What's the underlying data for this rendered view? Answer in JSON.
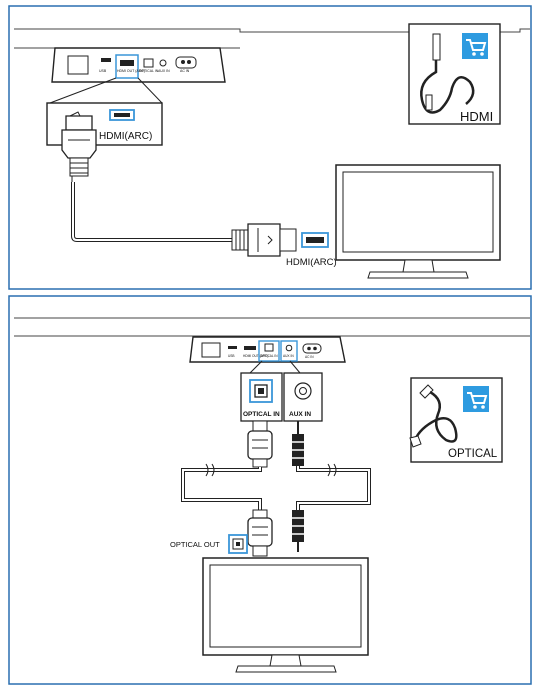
{
  "colors": {
    "frame": "#2a6fb0",
    "line": "#1a1a1a",
    "accent": "#3a96d8",
    "cart_bg": "#2e9be0"
  },
  "panel_top": {
    "device_ports": [
      "USB",
      "HDMI OUT (ARC)",
      "OPTICAL IN",
      "AUX IN",
      "AC IN"
    ],
    "soundbar_port_label": "HDMI(ARC)",
    "tv_port_label": "HDMI(ARC)",
    "accessory_label": "HDMI",
    "icons": [
      "hdmi-plug-icon",
      "shopping-cart-icon",
      "tv-icon"
    ]
  },
  "panel_bottom": {
    "device_ports": [
      "USB",
      "HDMI OUT (ARC)",
      "OPTICAL IN",
      "AUX IN",
      "AC IN"
    ],
    "optical_in_label": "OPTICAL IN",
    "aux_in_label": "AUX IN",
    "optical_out_label": "OPTICAL OUT",
    "accessory_label": "OPTICAL",
    "icons": [
      "optical-plug-icon",
      "audio-jack-icon",
      "shopping-cart-icon",
      "tv-icon"
    ]
  }
}
